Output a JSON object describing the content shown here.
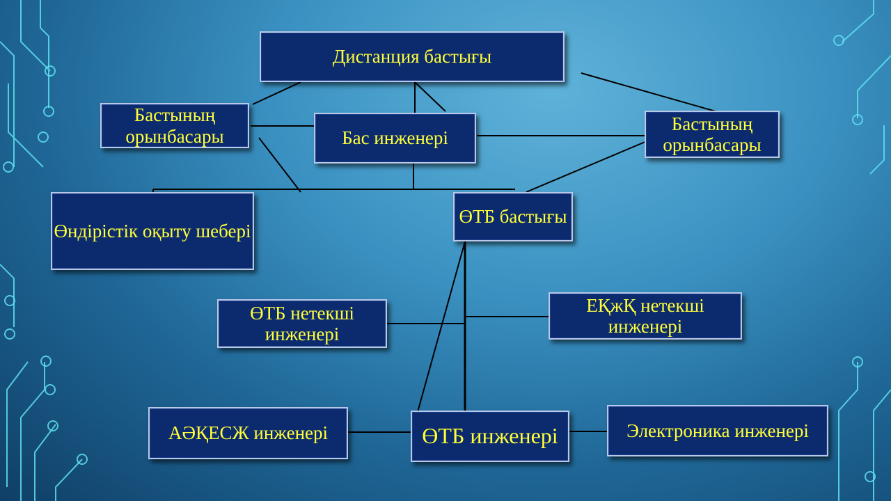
{
  "colors": {
    "box_fill": "#0c2a6e",
    "box_text": "#ffff3a",
    "connector": "#000000",
    "background": "#3b92c2"
  },
  "nodes": {
    "head": "Дистанция бастығы",
    "deputy_left": "Бастының орынбасары",
    "chief_engineer": "Бас инженері",
    "deputy_right": "Бастының орынбасары",
    "training_master": "Өндірістік оқыту шебері",
    "otb_head": "ӨТБ бастығы",
    "otb_lead_engineer": "ӨТБ нетекші инженері",
    "ekzhk_lead_engineer": "ЕҚжҚ нетекші инженері",
    "aokesj_engineer": "АӘҚЕСЖ инженері",
    "otb_engineer": "ӨТБ инженері",
    "electronics_engineer": "Электроника инженері"
  }
}
